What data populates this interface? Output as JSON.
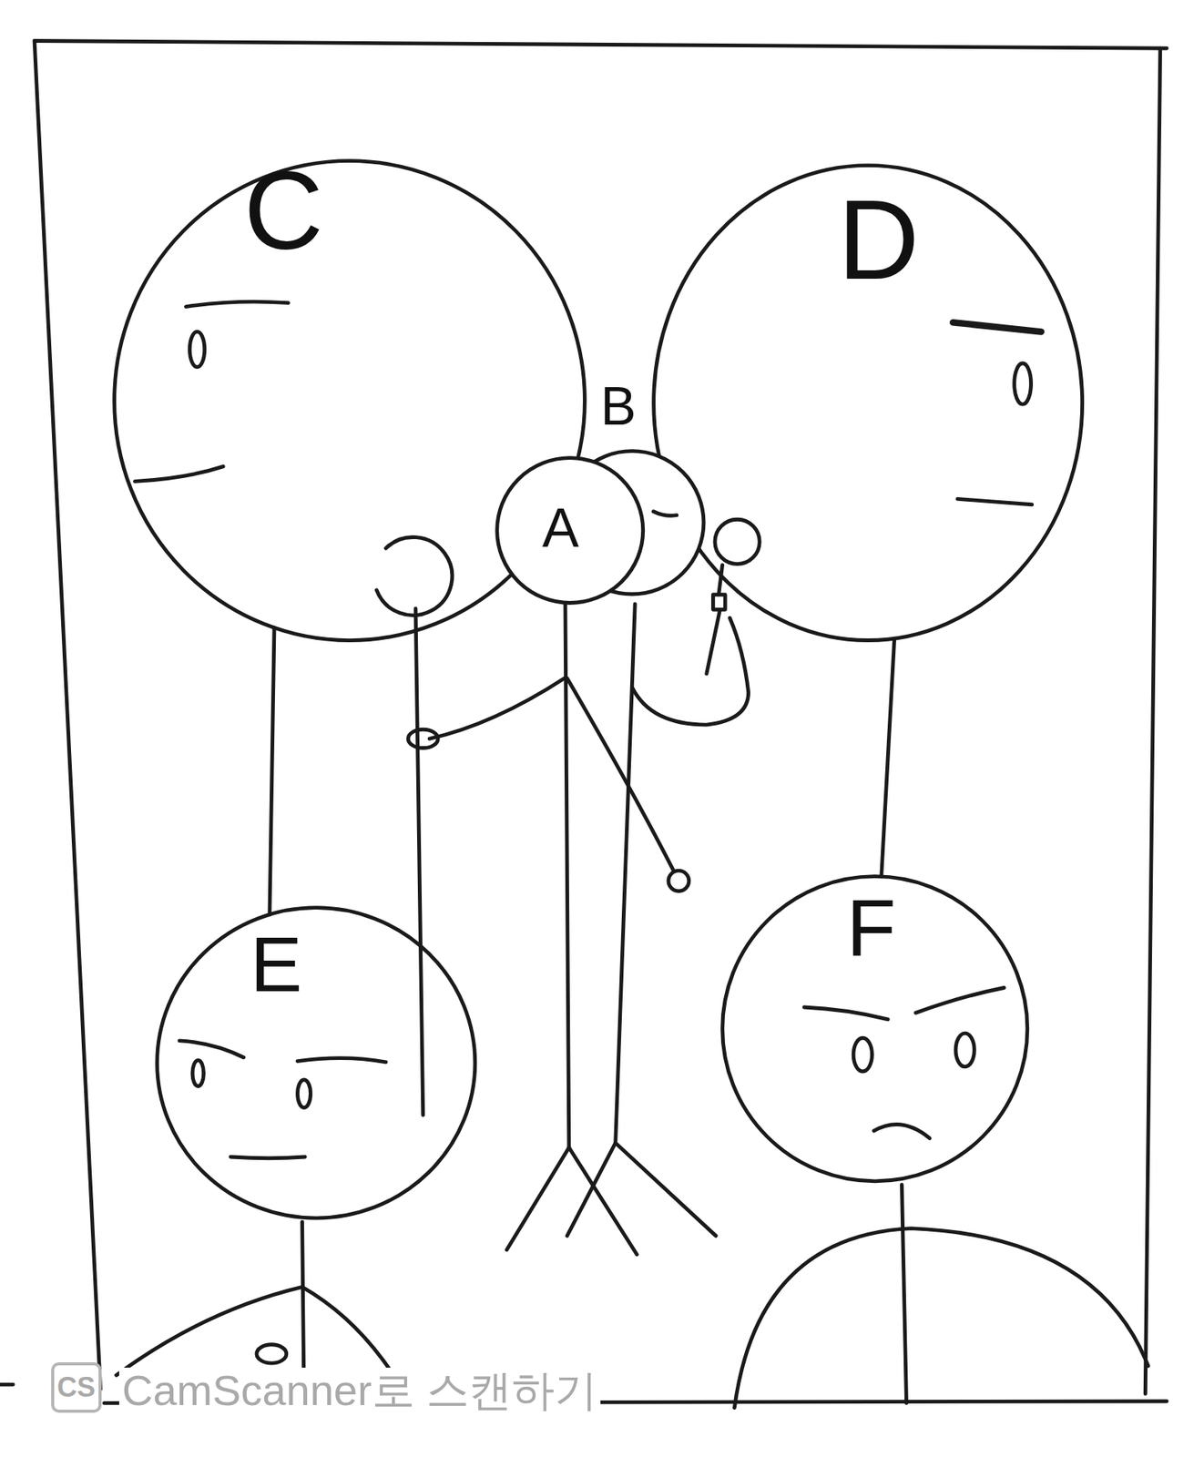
{
  "diagram": {
    "nodes": [
      {
        "text": [
          "C"
        ]
      },
      {
        "text": [
          "D"
        ]
      },
      {
        "text": [
          "B"
        ]
      },
      {
        "text": [
          "A"
        ]
      },
      {
        "text": [
          "E"
        ]
      },
      {
        "text": [
          "F"
        ]
      }
    ],
    "edges": [
      {
        "from": 0,
        "to": 4,
        "arrow": "none"
      },
      {
        "from": 1,
        "to": 5,
        "arrow": "none"
      }
    ],
    "labels": [
      "CS",
      "CamScanner로 스캔하기"
    ]
  }
}
